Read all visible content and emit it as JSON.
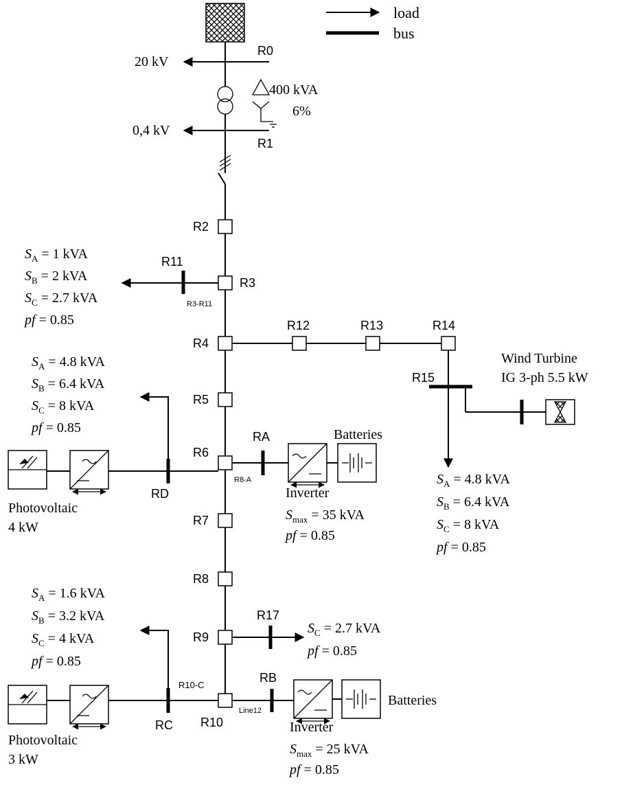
{
  "legend": {
    "load": "load",
    "bus": "bus"
  },
  "supply": {
    "hv_voltage": "20 kV",
    "lv_voltage": "0,4 kV",
    "transformer_rating": "400 kVA",
    "transformer_impedance": "6%"
  },
  "nodes": {
    "R0": "R0",
    "R1": "R1",
    "R2": "R2",
    "R3": "R3",
    "R4": "R4",
    "R5": "R5",
    "R6": "R6",
    "R7": "R7",
    "R8": "R8",
    "R9": "R9",
    "R10": "R10",
    "R11": "R11",
    "R12": "R12",
    "R13": "R13",
    "R14": "R14",
    "R15": "R15",
    "R17": "R17",
    "RA": "RA",
    "RB": "RB",
    "RC": "RC",
    "RD": "RD"
  },
  "line_labels": {
    "r3_r11": "R3-R11",
    "r8_a": "R8-A",
    "r10_c": "R10-C",
    "line12": "Line12"
  },
  "loads": {
    "r11": {
      "sa": "1 kVA",
      "sb": "2 kVA",
      "sc": "2.7 kVA",
      "pf": "0.85"
    },
    "rd": {
      "sa": "4.8 kVA",
      "sb": "6.4 kVA",
      "sc": "8 kVA",
      "pf": "0.85"
    },
    "r15": {
      "sa": "4.8 kVA",
      "sb": "6.4 kVA",
      "sc": "8 kVA",
      "pf": "0.85"
    },
    "rc": {
      "sa": "1.6 kVA",
      "sb": "3.2 kVA",
      "sc": "4 kVA",
      "pf": "0.85"
    },
    "r17": {
      "sc": "2.7 kVA",
      "pf": "0.85"
    }
  },
  "wind": {
    "title": "Wind Turbine",
    "spec": "IG 3-ph 5.5 kW"
  },
  "pv_upper": {
    "name": "Photovoltaic",
    "power": "4 kW"
  },
  "pv_lower": {
    "name": "Photovoltaic",
    "power": "3 kW"
  },
  "storage_upper": {
    "batteries": "Batteries",
    "inverter": "Inverter",
    "smax": "35 kVA",
    "pf": "0.85"
  },
  "storage_lower": {
    "batteries": "Batteries",
    "inverter": "Inverter",
    "smax": "25 kVA",
    "pf": "0.85"
  }
}
